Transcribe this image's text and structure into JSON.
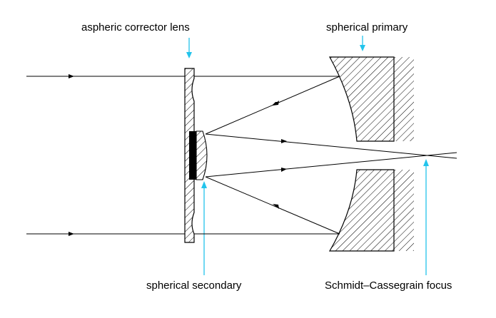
{
  "labels": {
    "corrector": "aspheric corrector lens",
    "primary": "spherical primary",
    "secondary": "spherical secondary",
    "focus": "Schmidt–Cassegrain focus"
  },
  "colors": {
    "line": "#000000",
    "pointer": "#22c4ec",
    "background": "#ffffff"
  }
}
